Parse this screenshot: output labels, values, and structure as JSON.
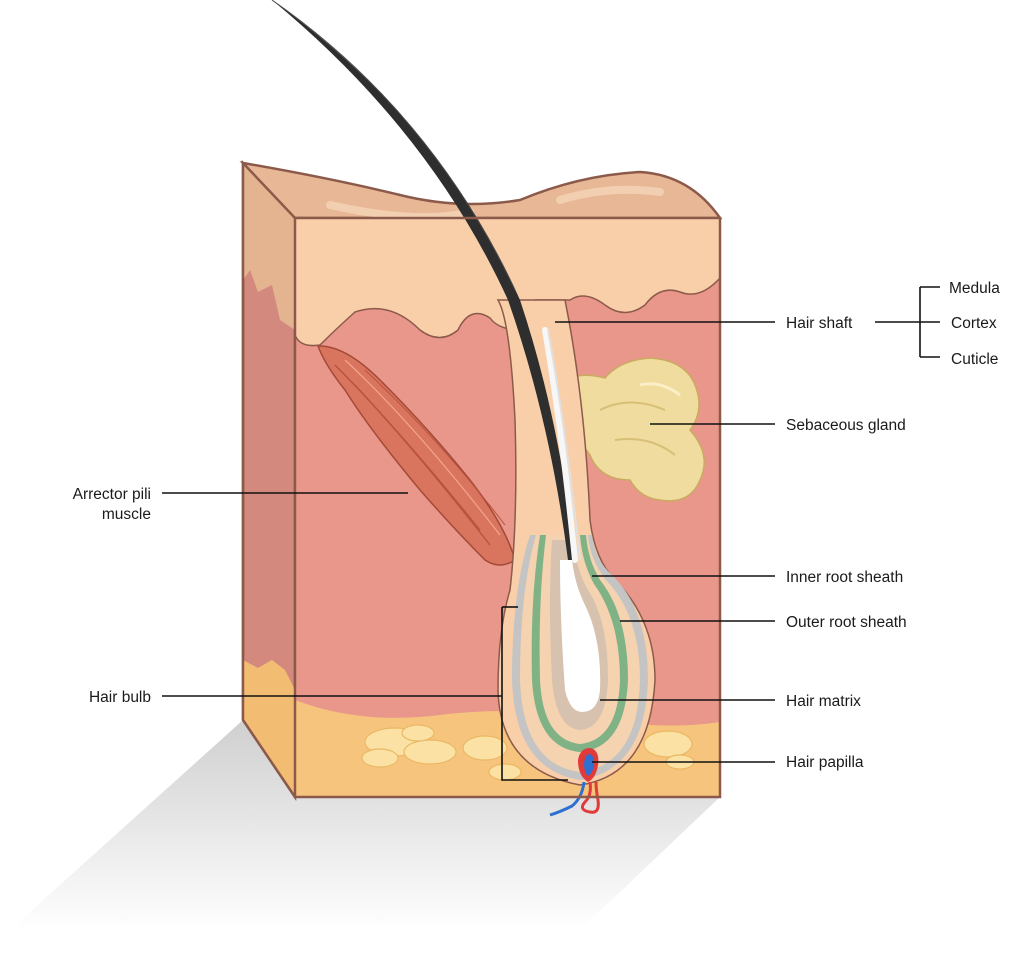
{
  "labels": {
    "hair_shaft": "Hair shaft",
    "medula": "Medula",
    "cortex": "Cortex",
    "cuticle": "Cuticle",
    "sebaceous_gland": "Sebaceous gland",
    "arrector_line1": "Arrector pili",
    "arrector_line2": "muscle",
    "inner_root_sheath": "Inner root sheath",
    "outer_root_sheath": "Outer root sheath",
    "hair_bulb": "Hair bulb",
    "hair_matrix": "Hair matrix",
    "hair_papilla": "Hair papilla"
  },
  "colors": {
    "outline": "#8c5a4a",
    "epidermis": "#f9cfaa",
    "dermis": "#e9978b",
    "dermis_side": "#d4897e",
    "fat_layer": "#f6c47d",
    "fat_cells": "#fbe2a4",
    "hair": "#2e2e2e",
    "muscle": "#d9745e",
    "gland": "#f0dc9f",
    "inner_sheath": "#7fb285",
    "outer_sheath": "#c4c4c4",
    "artery": "#e03a3a",
    "vein": "#2f6fd0",
    "shadow": "#d9d9d9"
  }
}
